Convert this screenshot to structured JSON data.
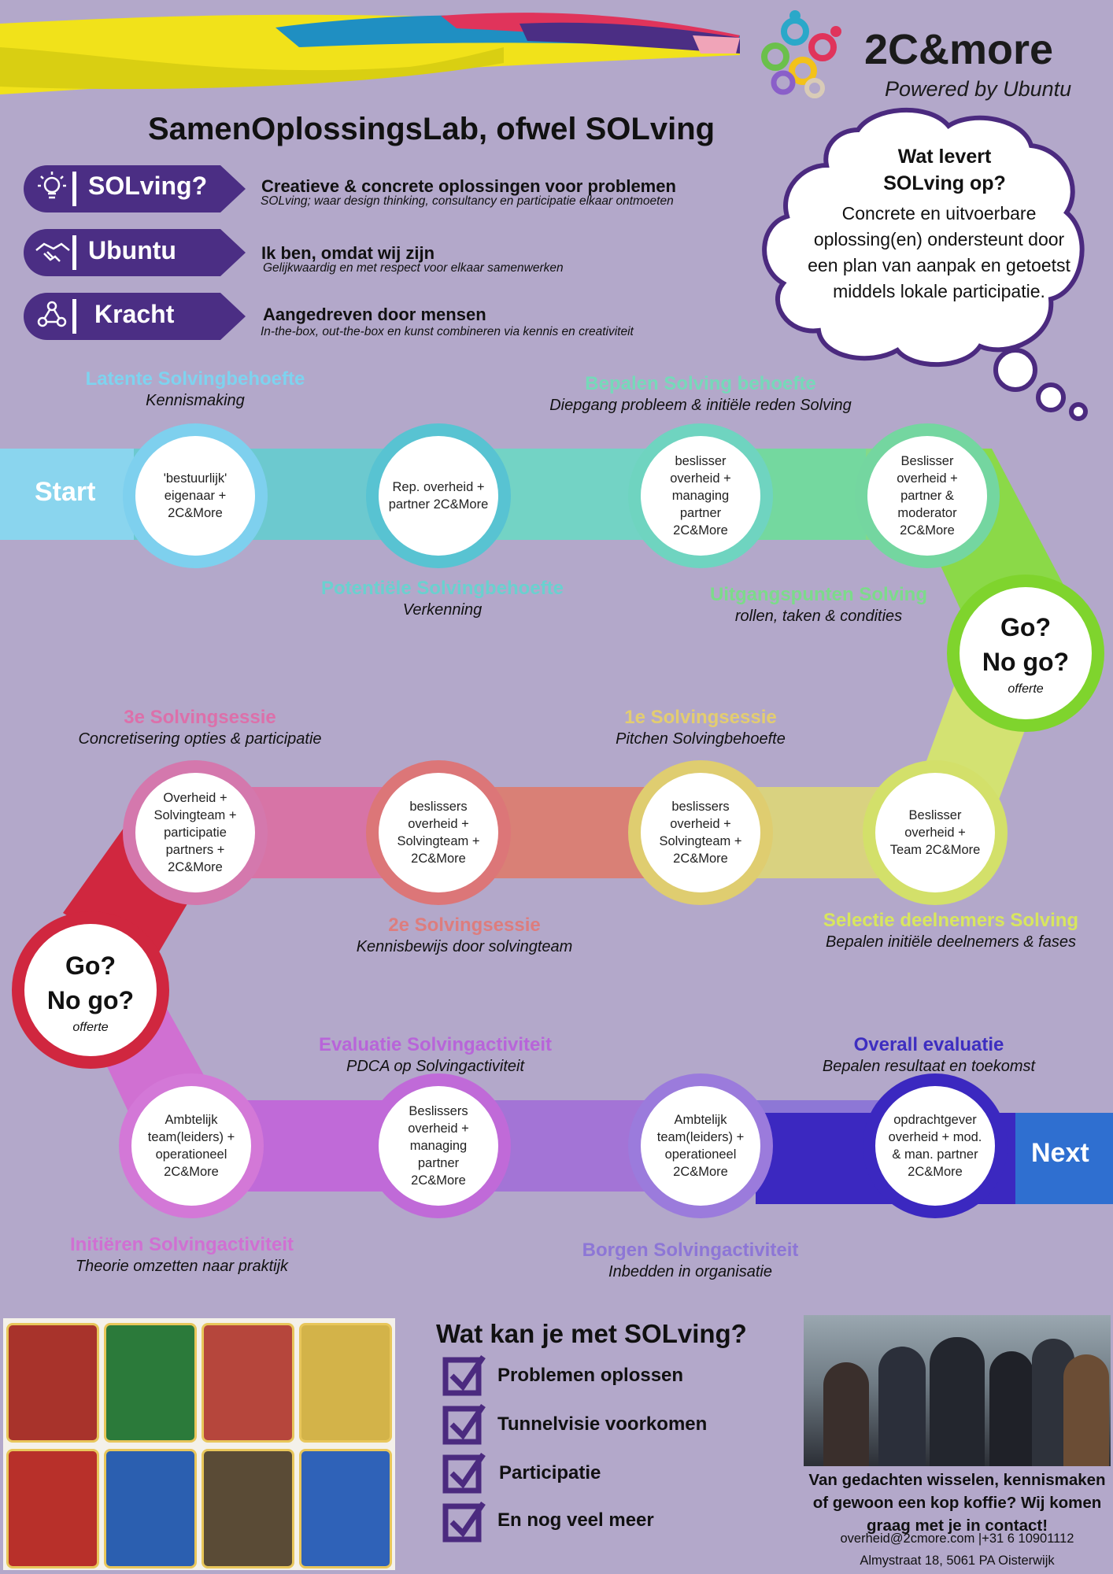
{
  "brand": {
    "name": "2C&more",
    "tagline": "Powered by Ubuntu"
  },
  "page": {
    "title": "SamenOplossingsLab, ofwel SOLving"
  },
  "pillars": [
    {
      "label": "SOLving?",
      "icon": "lightbulb-icon",
      "heading": "Creatieve & concrete oplossingen voor problemen",
      "sub": "SOLving; waar design thinking, consultancy en participatie elkaar ontmoeten"
    },
    {
      "label": "Ubuntu",
      "icon": "handshake-icon",
      "heading": "Ik ben, omdat wij zijn",
      "sub": "Gelijkwaardig en met respect voor elkaar samenwerken"
    },
    {
      "label": "Kracht",
      "icon": "people-network-icon",
      "heading": "Aangedreven door mensen",
      "sub": "In-the-box, out-the-box en kunst combineren via kennis en creativiteit"
    }
  ],
  "cloud": {
    "question_line1": "Wat levert",
    "question_line2": "SOLving op?",
    "answer": "Concrete en uitvoerbare oplossing(en) ondersteunt door een plan van aanpak en getoetst middels lokale participatie."
  },
  "path": {
    "start_label": "Start",
    "next_label": "Next",
    "nodes": [
      "'bestuurlijk' eigenaar + 2C&More",
      "Rep. overheid + partner 2C&More",
      "beslisser overheid + managing partner 2C&More",
      "Beslisser overheid + partner & moderator 2C&More",
      "Beslisser overheid + Team 2C&More",
      "beslissers overheid + Solvingteam + 2C&More",
      "beslissers overheid + Solvingteam + 2C&More",
      "Overheid + Solvingteam + participatie partners + 2C&More",
      "Ambtelijk team(leiders) + operationeel 2C&More",
      "Beslissers overheid + managing partner 2C&More",
      "Ambtelijk team(leiders) + operationeel 2C&More",
      "opdrachtgever overheid + mod. & man. partner 2C&More"
    ],
    "go_nodes": [
      {
        "line1": "Go?",
        "line2": "No go?",
        "note": "offerte"
      },
      {
        "line1": "Go?",
        "line2": "No go?",
        "note": "offerte"
      }
    ],
    "stages": [
      {
        "title": "Latente Solvingbehoefte",
        "sub": "Kennismaking",
        "color": "#7ed3ef"
      },
      {
        "title": "Potentiële Solvingbehoefte",
        "sub": "Verkenning",
        "color": "#6ad1cf"
      },
      {
        "title": "Bepalen Solving behoefte",
        "sub": "Diepgang probleem & initiële reden Solving",
        "color": "#76d9b9"
      },
      {
        "title": "Uitgangspunten Solving",
        "sub": "rollen, taken & condities",
        "color": "#7cdb8a"
      },
      {
        "title": "Selectie deelnemers Solving",
        "sub": "Bepalen initiële deelnemers & fases",
        "color": "#d8e65e"
      },
      {
        "title": "1e Solvingsessie",
        "sub": "Pitchen Solvingbehoefte",
        "color": "#e3cd70"
      },
      {
        "title": "2e Solvingsessie",
        "sub": "Kennisbewijs door solvingteam",
        "color": "#dd7d7e"
      },
      {
        "title": "3e Solvingsessie",
        "sub": "Concretisering opties & participatie",
        "color": "#dc70aa"
      },
      {
        "title": "Initiëren Solvingactiviteit",
        "sub": "Theorie omzetten naar praktijk",
        "color": "#d070d2"
      },
      {
        "title": "Evaluatie Solvingactiviteit",
        "sub": "PDCA op Solvingactiviteit",
        "color": "#b865d9"
      },
      {
        "title": "Borgen Solvingactiviteit",
        "sub": "Inbedden in organisatie",
        "color": "#8d76d6"
      },
      {
        "title": "Overall evaluatie",
        "sub": "Bepalen resultaat en toekomst",
        "color": "#3e2ec0"
      }
    ]
  },
  "benefits": {
    "title": "Wat kan je met SOLving?",
    "items": [
      "Problemen oplossen",
      "Tunnelvisie voorkomen",
      "Participatie",
      "En nog veel meer"
    ]
  },
  "contact": {
    "text_line1": "Van gedachten wisselen, kennismaken",
    "text_line2": "of gewoon een kop koffie? Wij komen",
    "text_line3": "graag met je in contact!",
    "email_phone": "overheid@2cmore.com |+31 6 10901112",
    "address": "Almystraat 18, 5061 PA Oisterwijk"
  },
  "colors": {
    "background": "#b3a8ca",
    "pill": "#4b2e84",
    "accent_purple": "#4b2a7f"
  }
}
